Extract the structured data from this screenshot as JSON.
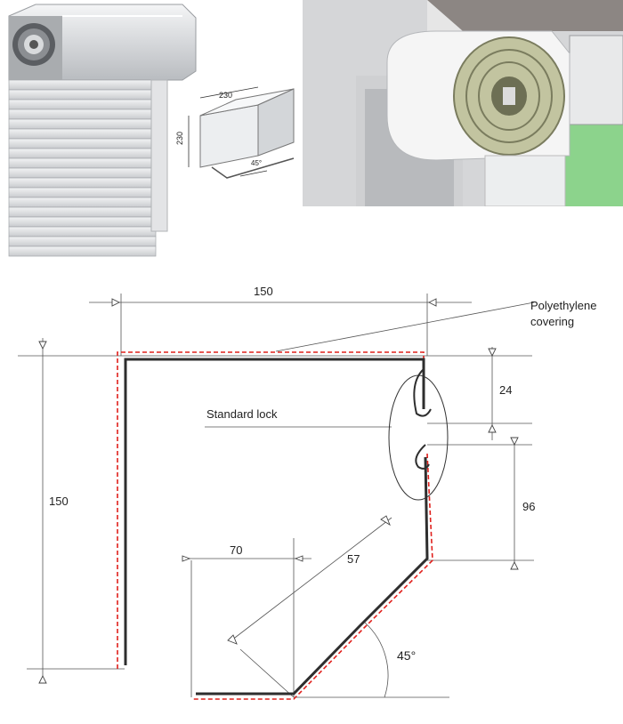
{
  "photos": {
    "left": {
      "box_dimension_top": "230",
      "box_dimension_side": "230",
      "box_angle": "45°"
    }
  },
  "drawing": {
    "top_width": "150",
    "left_height": "150",
    "right_upper_height": "24",
    "right_lower_height": "96",
    "bottom_width": "70",
    "diagonal_length": "57",
    "angle": "45°",
    "labels": {
      "covering": "Polyethylene covering",
      "lock": "Standard lock"
    }
  },
  "colors": {
    "profile": "#333333",
    "covering_dash": "#e0201c",
    "window_glass": "#7fd27f",
    "insulation": "#b7b98a"
  }
}
